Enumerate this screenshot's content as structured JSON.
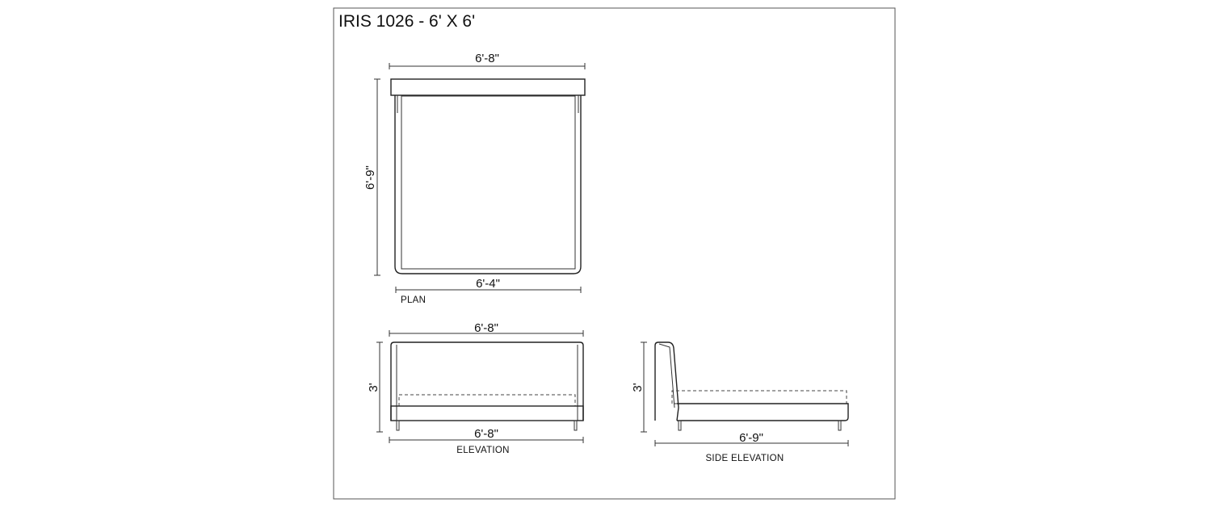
{
  "title": "IRIS 1026 - 6' X 6'",
  "plan": {
    "label": "PLAN",
    "top_width": "6'-8\"",
    "length": "6'-9\"",
    "bottom_width": "6'-4\""
  },
  "elevation": {
    "label": "ELEVATION",
    "top_width": "6'-8\"",
    "height": "3'",
    "bottom_width": "6'-8\""
  },
  "side_elevation": {
    "label": "SIDE ELEVATION",
    "height": "3'",
    "length": "6'-9\""
  }
}
